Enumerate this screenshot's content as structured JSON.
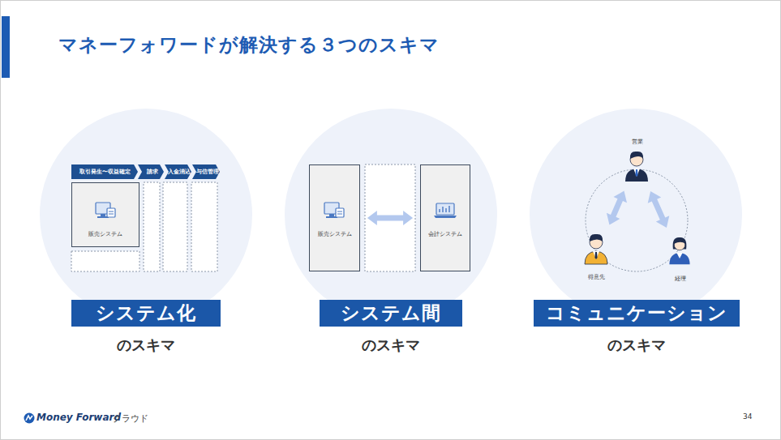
{
  "diagram": {
    "title": "マネーフォワードが解決する３つのスキマ",
    "nodes": [
      {
        "text": [
          "取引発生〜収益確定"
        ]
      },
      {
        "text": [
          "請求"
        ]
      },
      {
        "text": [
          "入金消込"
        ]
      },
      {
        "text": [
          "与信管理"
        ]
      },
      {
        "text": [
          "販売システム"
        ]
      },
      {
        "text": [
          "システム化"
        ]
      },
      {
        "text": [
          "販売システム"
        ]
      },
      {
        "text": [
          "会計システム"
        ]
      },
      {
        "text": [
          "システム間"
        ]
      },
      {
        "text": [
          "営業"
        ]
      },
      {
        "text": [
          "得意先"
        ]
      },
      {
        "text": [
          "経理"
        ]
      },
      {
        "text": [
          "コミュニケーション"
        ]
      }
    ],
    "edges": [
      {
        "from": 6,
        "to": 7,
        "arrow": "both"
      },
      {
        "from": 9,
        "to": 10,
        "arrow": "both"
      },
      {
        "from": 9,
        "to": 11,
        "arrow": "both"
      }
    ],
    "labels": [
      "のスキマ",
      "のスキマ",
      "のスキマ",
      "Money Forward",
      "クラウド",
      "34"
    ]
  }
}
